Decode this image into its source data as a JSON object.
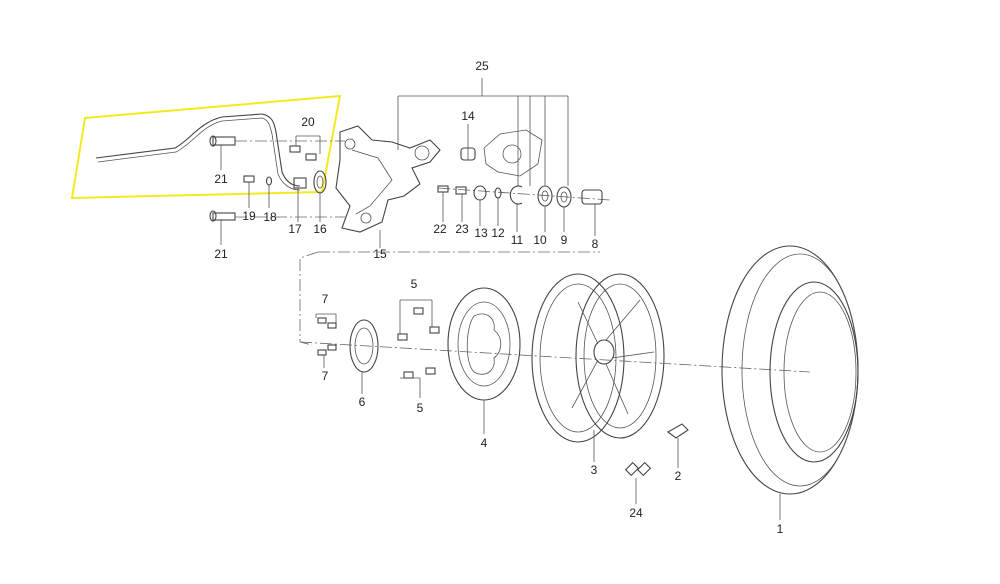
{
  "colors": {
    "highlight": "#f2ea20",
    "line": "#444444",
    "background": "#ffffff"
  },
  "callouts": {
    "c1": "1",
    "c2": "2",
    "c3": "3",
    "c4": "4",
    "c5a": "5",
    "c5b": "5",
    "c6": "6",
    "c7a": "7",
    "c7b": "7",
    "c8": "8",
    "c9": "9",
    "c10": "10",
    "c11": "11",
    "c12": "12",
    "c13": "13",
    "c14": "14",
    "c15": "15",
    "c16": "16",
    "c17": "17",
    "c18": "18",
    "c19": "19",
    "c20": "20",
    "c21a": "21",
    "c21b": "21",
    "c22": "22",
    "c23": "23",
    "c24": "24",
    "c25": "25"
  }
}
